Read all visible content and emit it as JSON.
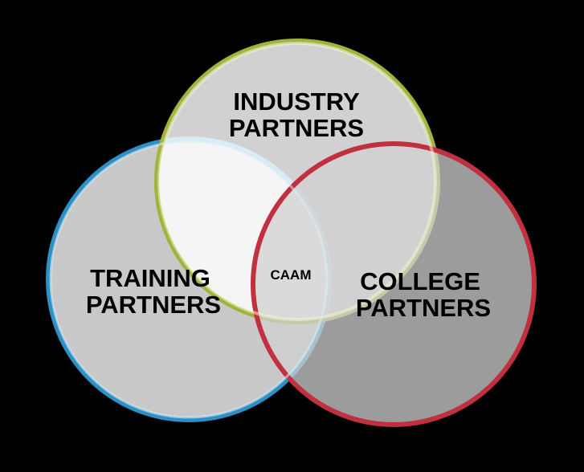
{
  "diagram": {
    "background_color": "#000000",
    "circles": [
      {
        "id": "industry",
        "line1": "INDUSTRY",
        "line2": "PARTNERS",
        "fill": "#FFFFFF",
        "stroke": "#A3B23A"
      },
      {
        "id": "training",
        "line1": "TRAINING",
        "line2": "PARTNERS",
        "fill": "#D0D0D0",
        "stroke": "#2E8FC4"
      },
      {
        "id": "college",
        "line1": "COLLEGE",
        "line2": "PARTNERS",
        "fill": "#D0D0D0",
        "stroke": "#C0303F"
      }
    ],
    "center_label": "CAAM"
  }
}
